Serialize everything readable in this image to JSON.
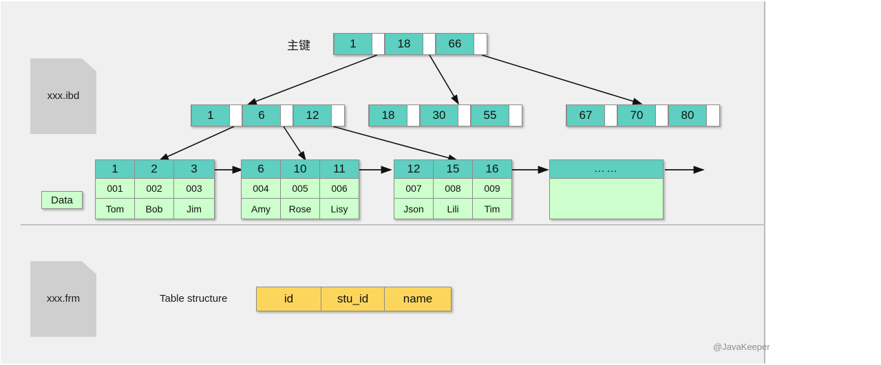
{
  "diagram": {
    "title_label": "主键",
    "data_badge_label": "Data",
    "table_structure_label": "Table structure",
    "watermark": "@JavaKeeper",
    "files": [
      {
        "name": "xxx.ibd"
      },
      {
        "name": "xxx.frm"
      }
    ],
    "root_node": {
      "keys": [
        "1",
        "18",
        "66"
      ]
    },
    "internal_nodes": [
      {
        "keys": [
          "1",
          "6",
          "12"
        ]
      },
      {
        "keys": [
          "18",
          "30",
          "55"
        ]
      },
      {
        "keys": [
          "67",
          "70",
          "80"
        ]
      }
    ],
    "leaf_nodes": [
      {
        "ids": [
          "1",
          "2",
          "3"
        ],
        "stu_ids": [
          "001",
          "002",
          "003"
        ],
        "names": [
          "Tom",
          "Bob",
          "Jim"
        ]
      },
      {
        "ids": [
          "6",
          "10",
          "11"
        ],
        "stu_ids": [
          "004",
          "005",
          "006"
        ],
        "names": [
          "Amy",
          "Rose",
          "Lisy"
        ]
      },
      {
        "ids": [
          "12",
          "15",
          "16"
        ],
        "stu_ids": [
          "007",
          "008",
          "009"
        ],
        "names": [
          "Json",
          "Lili",
          "Tim"
        ]
      }
    ],
    "leaf_ellipsis": {
      "label": "……"
    },
    "table_structure": {
      "columns": [
        "id",
        "stu_id",
        "name"
      ]
    },
    "colors": {
      "index_key": "#5ecfc0",
      "leaf_data": "#ccffcc",
      "table_struct": "#fcd65c",
      "file_icon": "#cfcfcf",
      "panel_bg": "#f0f0f0",
      "border": "#8c8c8c"
    }
  }
}
